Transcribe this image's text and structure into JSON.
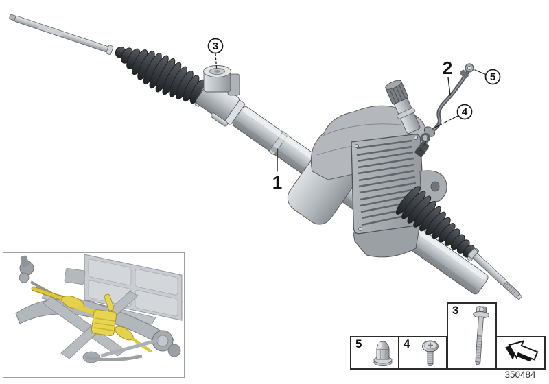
{
  "diagram": {
    "callouts": {
      "item1": {
        "label": "1"
      },
      "item2": {
        "label": "2"
      },
      "item3": {
        "label": "3"
      },
      "item4": {
        "label": "4"
      },
      "item5": {
        "label": "5"
      }
    },
    "legend": {
      "bolt_cell_label": "3",
      "screw_cell_label": "4",
      "nut_cell_label": "5"
    },
    "footer": {
      "drawing_number": "350484"
    },
    "icons": {
      "bolt": "flange-bolt-icon",
      "screw": "pan-head-screw-icon",
      "nut": "cap-nut-icon",
      "arrow": "direction-of-travel-arrow-icon"
    },
    "colors": {
      "callout_line": "#1a1a1a",
      "metal_gray": "#c6cacd",
      "boot_dark_gray": "#3a3d41",
      "highlight_yellow": "#e5d14b",
      "legend_border": "#2b2b2b"
    }
  }
}
